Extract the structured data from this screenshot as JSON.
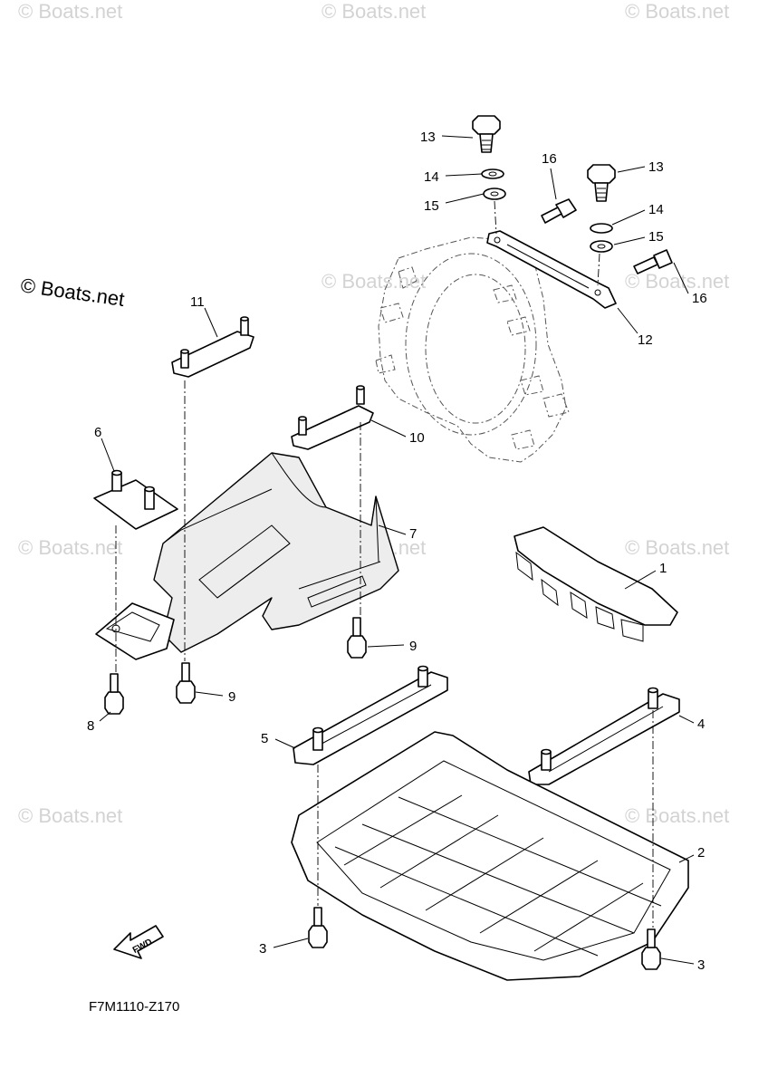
{
  "watermark": {
    "text": "© Boats.net",
    "prominent_text": "© Boats.net"
  },
  "diagram_code": "F7M1110-Z170",
  "fwd_label": "FWD",
  "callouts": {
    "c1": "1",
    "c2": "2",
    "c3a": "3",
    "c3b": "3",
    "c4": "4",
    "c5": "5",
    "c6": "6",
    "c7": "7",
    "c8": "8",
    "c9a": "9",
    "c9b": "9",
    "c10": "10",
    "c11": "11",
    "c12": "12",
    "c13a": "13",
    "c13b": "13",
    "c14a": "14",
    "c14b": "14",
    "c15a": "15",
    "c15b": "15",
    "c16a": "16",
    "c16b": "16"
  }
}
